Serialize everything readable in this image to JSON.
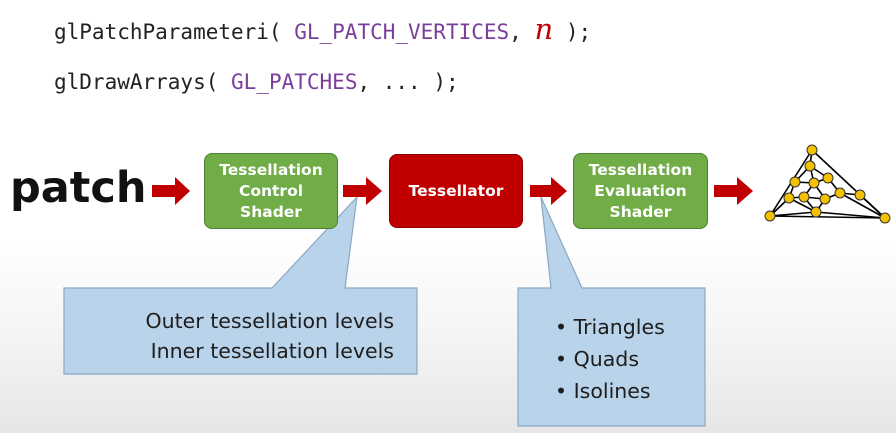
{
  "code": {
    "line1": {
      "fn": "glPatchParameteri(",
      "arg1": "GL_PATCH_VERTICES",
      "sep": ",",
      "arg2": "n",
      "end": ");"
    },
    "line2": {
      "fn": "glDrawArrays(",
      "arg1": "GL_PATCHES",
      "rest": ", ... );"
    }
  },
  "pipeline": {
    "input": "patch",
    "stages": [
      {
        "lines": [
          "Tessellation",
          "Control",
          "Shader"
        ],
        "color": "#70ad47"
      },
      {
        "lines": [
          "Tessellator"
        ],
        "color": "#c00000"
      },
      {
        "lines": [
          "Tessellation",
          "Evaluation",
          "Shader"
        ],
        "color": "#70ad47"
      }
    ],
    "arrow_color": "#c00000"
  },
  "callouts": {
    "levels": [
      "Outer tessellation levels",
      "Inner tessellation levels"
    ],
    "primitives": [
      "Triangles",
      "Quads",
      "Isolines"
    ],
    "fill": "#b9d3ea"
  },
  "output_mesh": {
    "node_color": "#f5c000"
  }
}
